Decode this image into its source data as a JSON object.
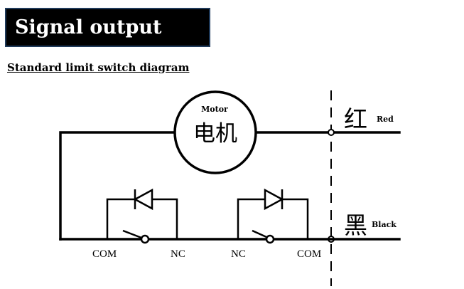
{
  "header": {
    "title": "Signal output",
    "subtitle": "Standard limit switch diagram"
  },
  "diagram": {
    "motor_label_en": "Motor",
    "motor_label_cn": "电机",
    "wire_red_cn": "红",
    "wire_red_en": "Red",
    "wire_black_cn": "黑",
    "wire_black_en": "Black",
    "switch_left": {
      "com": "COM",
      "nc": "NC"
    },
    "switch_right": {
      "nc": "NC",
      "com": "COM"
    }
  },
  "colors": {
    "title_bg": "#000000",
    "title_text": "#ffffff",
    "title_border": "#1f3a5a"
  }
}
